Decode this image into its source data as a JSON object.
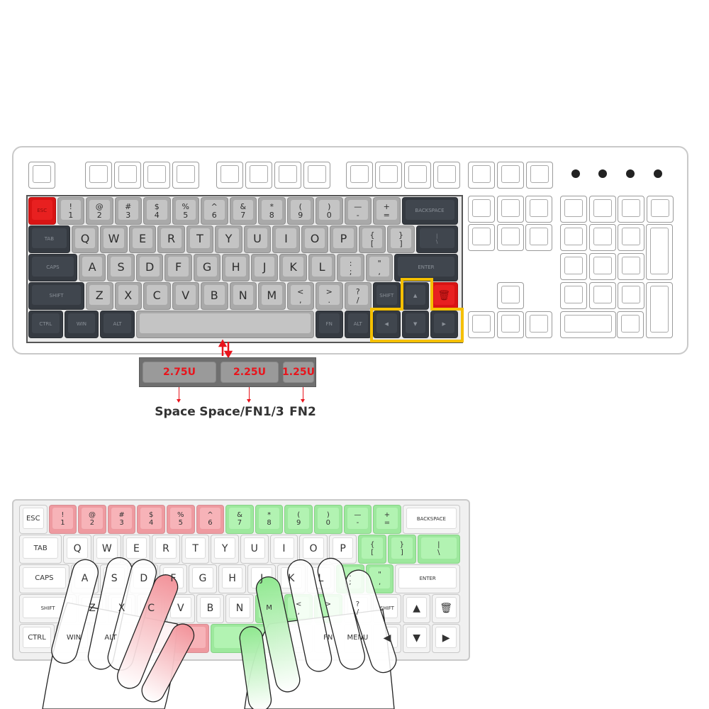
{
  "colors": {
    "accent_red": "#e8141c",
    "highlight_yellow": "#f5c000",
    "dark_key": "#353a41",
    "gray_key": "#a9a9a9",
    "left_hand_pink": "#f7b3b8",
    "right_hand_green": "#b2f3b2"
  },
  "main_keyboard": {
    "rows": [
      [
        {
          "label": "ESC",
          "c": "red"
        },
        {
          "top": "!",
          "bottom": "1",
          "c": "gray"
        },
        {
          "top": "@",
          "bottom": "2",
          "c": "gray"
        },
        {
          "top": "#",
          "bottom": "3",
          "c": "gray"
        },
        {
          "top": "$",
          "bottom": "4",
          "c": "gray"
        },
        {
          "top": "%",
          "bottom": "5",
          "c": "gray"
        },
        {
          "top": "^",
          "bottom": "6",
          "c": "gray"
        },
        {
          "top": "&",
          "bottom": "7",
          "c": "gray"
        },
        {
          "top": "*",
          "bottom": "8",
          "c": "gray"
        },
        {
          "top": "(",
          "bottom": "9",
          "c": "gray"
        },
        {
          "top": ")",
          "bottom": "0",
          "c": "gray"
        },
        {
          "top": "—",
          "bottom": "-",
          "c": "gray"
        },
        {
          "top": "+",
          "bottom": "=",
          "c": "gray"
        },
        {
          "label": "BACKSPACE",
          "c": "dark"
        }
      ],
      [
        {
          "label": "TAB",
          "c": "dark"
        },
        {
          "label": "Q",
          "c": "gray"
        },
        {
          "label": "W",
          "c": "gray"
        },
        {
          "label": "E",
          "c": "gray"
        },
        {
          "label": "R",
          "c": "gray"
        },
        {
          "label": "T",
          "c": "gray"
        },
        {
          "label": "Y",
          "c": "gray"
        },
        {
          "label": "U",
          "c": "gray"
        },
        {
          "label": "I",
          "c": "gray"
        },
        {
          "label": "O",
          "c": "gray"
        },
        {
          "label": "P",
          "c": "gray"
        },
        {
          "top": "{",
          "bottom": "[",
          "c": "gray"
        },
        {
          "top": "}",
          "bottom": "]",
          "c": "gray"
        },
        {
          "top": "|",
          "bottom": "\\",
          "c": "dark"
        }
      ],
      [
        {
          "label": "CAPS",
          "c": "dark"
        },
        {
          "label": "A",
          "c": "gray"
        },
        {
          "label": "S",
          "c": "gray"
        },
        {
          "label": "D",
          "c": "gray"
        },
        {
          "label": "F",
          "c": "gray"
        },
        {
          "label": "G",
          "c": "gray"
        },
        {
          "label": "H",
          "c": "gray"
        },
        {
          "label": "J",
          "c": "gray"
        },
        {
          "label": "K",
          "c": "gray"
        },
        {
          "label": "L",
          "c": "gray"
        },
        {
          "top": ":",
          "bottom": ";",
          "c": "gray"
        },
        {
          "top": "\"",
          "bottom": ",",
          "c": "gray"
        },
        {
          "label": "ENTER",
          "c": "dark"
        }
      ],
      [
        {
          "label": "SHIFT",
          "c": "dark"
        },
        {
          "label": "Z",
          "c": "gray"
        },
        {
          "label": "X",
          "c": "gray"
        },
        {
          "label": "C",
          "c": "gray"
        },
        {
          "label": "V",
          "c": "gray"
        },
        {
          "label": "B",
          "c": "gray"
        },
        {
          "label": "N",
          "c": "gray"
        },
        {
          "label": "M",
          "c": "gray"
        },
        {
          "top": "<",
          "bottom": ",",
          "c": "gray"
        },
        {
          "top": ">",
          "bottom": ".",
          "c": "gray"
        },
        {
          "top": "?",
          "bottom": "/",
          "c": "gray"
        },
        {
          "label": "SHIFT",
          "c": "dark"
        },
        {
          "label": "▲",
          "c": "dark"
        },
        {
          "label": "🗑",
          "c": "red",
          "icon": "trash-icon"
        }
      ],
      [
        {
          "label": "CTRL",
          "c": "dark"
        },
        {
          "label": "WIN",
          "c": "dark"
        },
        {
          "label": "ALT",
          "c": "dark"
        },
        {
          "label": "",
          "c": "gray"
        },
        {
          "label": "FN",
          "c": "dark"
        },
        {
          "label": "ALT",
          "c": "dark"
        },
        {
          "label": "◀",
          "c": "dark"
        },
        {
          "label": "▼",
          "c": "dark"
        },
        {
          "label": "▶",
          "c": "dark"
        }
      ]
    ]
  },
  "spacebar_options": [
    {
      "size": "2.75U",
      "name": "Space"
    },
    {
      "size": "2.25U",
      "name": "Space/FN1/3"
    },
    {
      "size": "1.25U",
      "name": "FN2"
    }
  ],
  "compact_keyboard": {
    "rows": [
      [
        {
          "label": "ESC",
          "c": "white"
        },
        {
          "top": "!",
          "bottom": "1",
          "c": "pink"
        },
        {
          "top": "@",
          "bottom": "2",
          "c": "pink"
        },
        {
          "top": "#",
          "bottom": "3",
          "c": "pink"
        },
        {
          "top": "$",
          "bottom": "4",
          "c": "pink"
        },
        {
          "top": "%",
          "bottom": "5",
          "c": "pink"
        },
        {
          "top": "^",
          "bottom": "6",
          "c": "pink"
        },
        {
          "top": "&",
          "bottom": "7",
          "c": "green"
        },
        {
          "top": "*",
          "bottom": "8",
          "c": "green"
        },
        {
          "top": "(",
          "bottom": "9",
          "c": "green"
        },
        {
          "top": ")",
          "bottom": "0",
          "c": "green"
        },
        {
          "top": "—",
          "bottom": "-",
          "c": "green"
        },
        {
          "top": "+",
          "bottom": "=",
          "c": "green"
        },
        {
          "label": "BACKSPACE",
          "c": "white"
        }
      ],
      [
        {
          "label": "TAB",
          "c": "white"
        },
        {
          "label": "Q",
          "c": "white"
        },
        {
          "label": "W",
          "c": "white"
        },
        {
          "label": "E",
          "c": "white"
        },
        {
          "label": "R",
          "c": "white"
        },
        {
          "label": "T",
          "c": "white"
        },
        {
          "label": "Y",
          "c": "white"
        },
        {
          "label": "U",
          "c": "white"
        },
        {
          "label": "I",
          "c": "white"
        },
        {
          "label": "O",
          "c": "white"
        },
        {
          "label": "P",
          "c": "white"
        },
        {
          "top": "{",
          "bottom": "[",
          "c": "green"
        },
        {
          "top": "}",
          "bottom": "]",
          "c": "green"
        },
        {
          "top": "|",
          "bottom": "\\",
          "c": "green"
        }
      ],
      [
        {
          "label": "CAPS",
          "c": "white"
        },
        {
          "label": "A",
          "c": "white"
        },
        {
          "label": "S",
          "c": "white"
        },
        {
          "label": "D",
          "c": "white"
        },
        {
          "label": "F",
          "c": "white"
        },
        {
          "label": "G",
          "c": "white"
        },
        {
          "label": "H",
          "c": "white"
        },
        {
          "label": "J",
          "c": "white"
        },
        {
          "label": "K",
          "c": "white"
        },
        {
          "label": "L",
          "c": "white"
        },
        {
          "top": ":",
          "bottom": ";",
          "c": "green"
        },
        {
          "top": "\"",
          "bottom": ",",
          "c": "green"
        },
        {
          "label": "ENTER",
          "c": "white"
        }
      ],
      [
        {
          "label": "SHIFT",
          "c": "white"
        },
        {
          "label": "Z",
          "c": "white"
        },
        {
          "label": "X",
          "c": "white"
        },
        {
          "label": "C",
          "c": "white"
        },
        {
          "label": "V",
          "c": "white"
        },
        {
          "label": "B",
          "c": "white"
        },
        {
          "label": "N",
          "c": "white"
        },
        {
          "label": "M",
          "c": "green"
        },
        {
          "top": "<",
          "bottom": ",",
          "c": "green"
        },
        {
          "top": ">",
          "bottom": ".",
          "c": "green"
        },
        {
          "top": "?",
          "bottom": "/",
          "c": "white"
        },
        {
          "label": "SHIFT",
          "c": "white"
        },
        {
          "label": "▲",
          "c": "white"
        },
        {
          "label": "🗑",
          "c": "white",
          "icon": "trash-icon"
        }
      ],
      [
        {
          "label": "CTRL",
          "c": "white"
        },
        {
          "label": "WIN",
          "c": "white"
        },
        {
          "label": "ALT",
          "c": "white"
        },
        {
          "label": "",
          "c": "pink"
        },
        {
          "label": "",
          "c": "green"
        },
        {
          "label": "",
          "c": "white"
        },
        {
          "label": "FN",
          "c": "white"
        },
        {
          "label": "MENU",
          "c": "white"
        },
        {
          "label": "◀",
          "c": "white"
        },
        {
          "label": "▼",
          "c": "white"
        },
        {
          "label": "▶",
          "c": "white"
        }
      ]
    ]
  }
}
